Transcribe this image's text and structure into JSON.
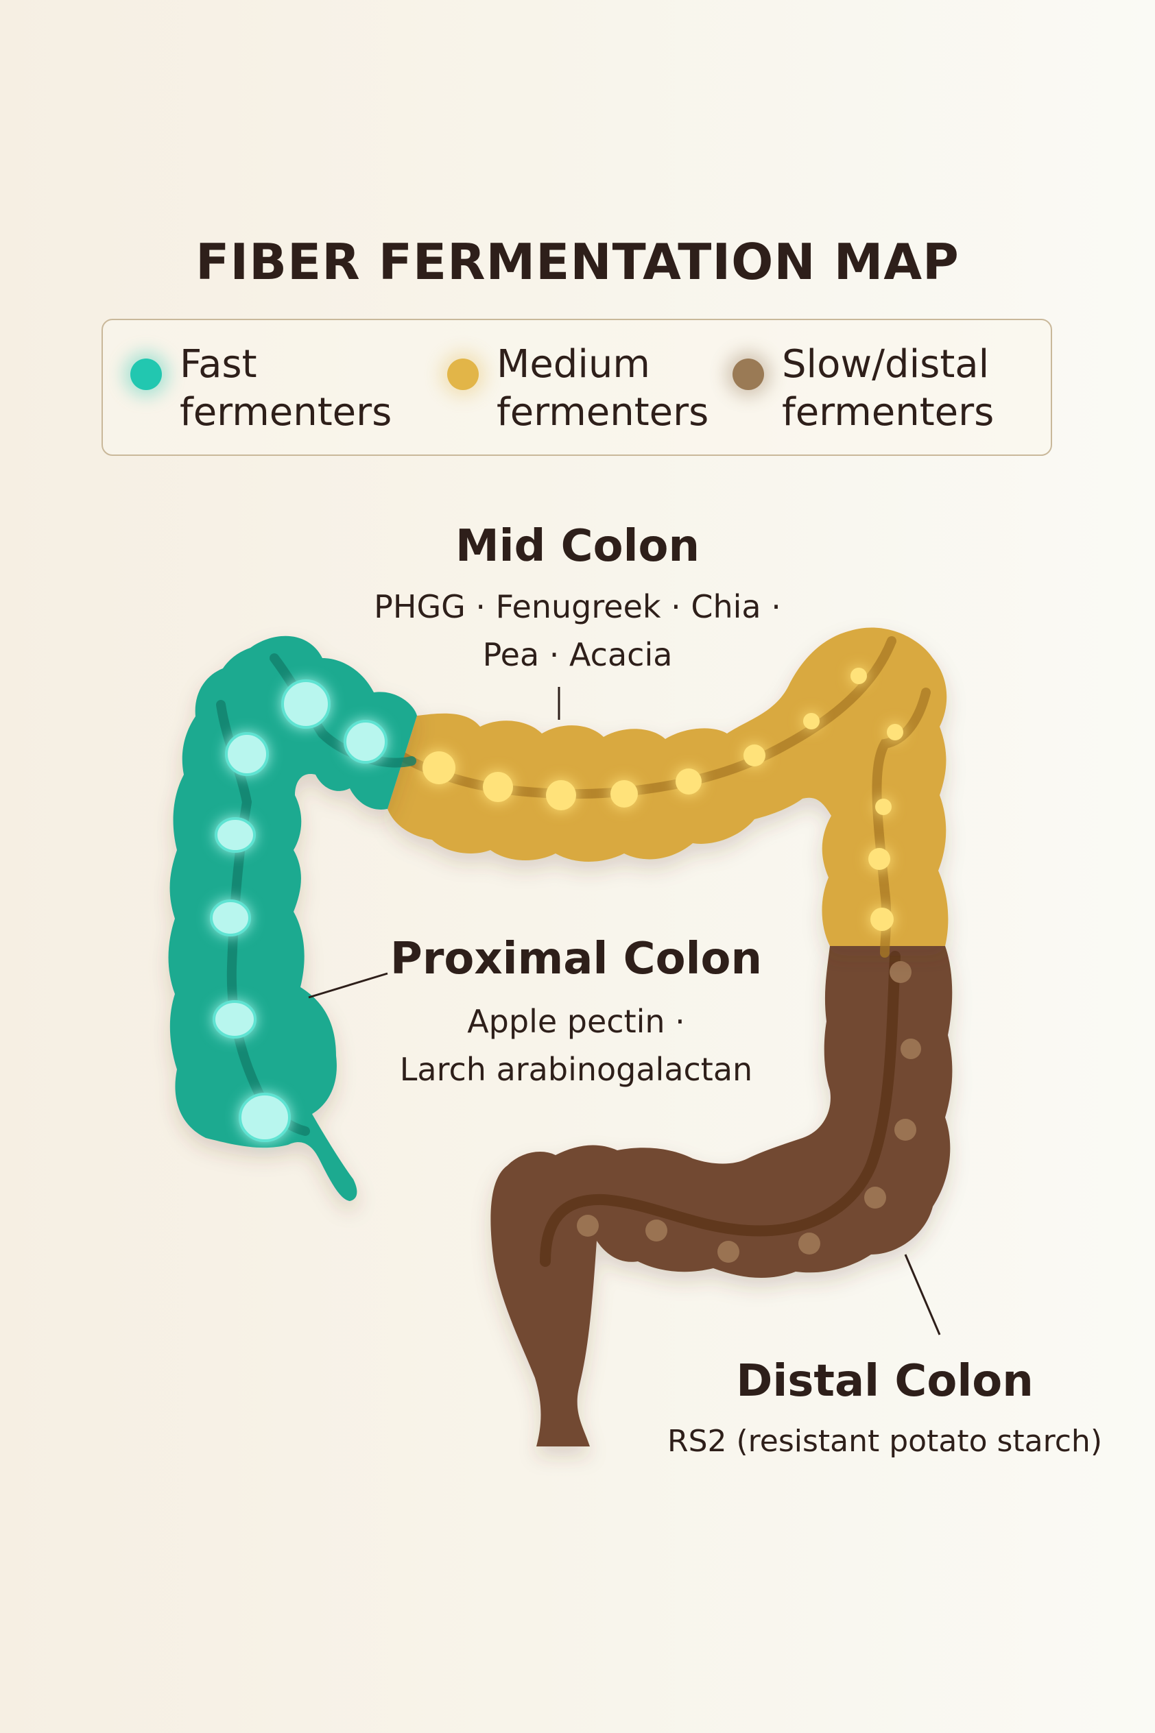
{
  "title": "FIBER FERMENTATION MAP",
  "legend": {
    "items": [
      {
        "line1": "Fast",
        "line2": "fermenters",
        "color": "#22c7b0",
        "icon": "teal-dot-icon"
      },
      {
        "line1": "Medium",
        "line2": "fermenters",
        "color": "#e2b548",
        "icon": "gold-dot-icon"
      },
      {
        "line1": "Slow/distal",
        "line2": "fermenters",
        "color": "#9a7a55",
        "icon": "brown-dot-icon"
      }
    ]
  },
  "regions": {
    "mid": {
      "title": "Mid Colon",
      "line1": "PHGG · Fenugreek · Chia ·",
      "line2": "Pea · Acacia",
      "color": "#d9a93f"
    },
    "proximal": {
      "title": "Proximal Colon",
      "line1": "Apple pectin ·",
      "line2": "Larch arabinogalactan",
      "color": "#1eaa90"
    },
    "distal": {
      "title": "Distal Colon",
      "line1": "RS2 (resistant potato starch)",
      "color": "#724a30"
    }
  },
  "colors": {
    "background": "#f8f4ea",
    "text": "#2e1f1a",
    "legend_border": "#c9b89a",
    "fast": "#1eaa90",
    "fast_glow": "#b8f6ee",
    "medium": "#d9a93f",
    "medium_glow": "#ffe27a",
    "slow": "#724a30",
    "slow_spot": "#9a7352"
  }
}
